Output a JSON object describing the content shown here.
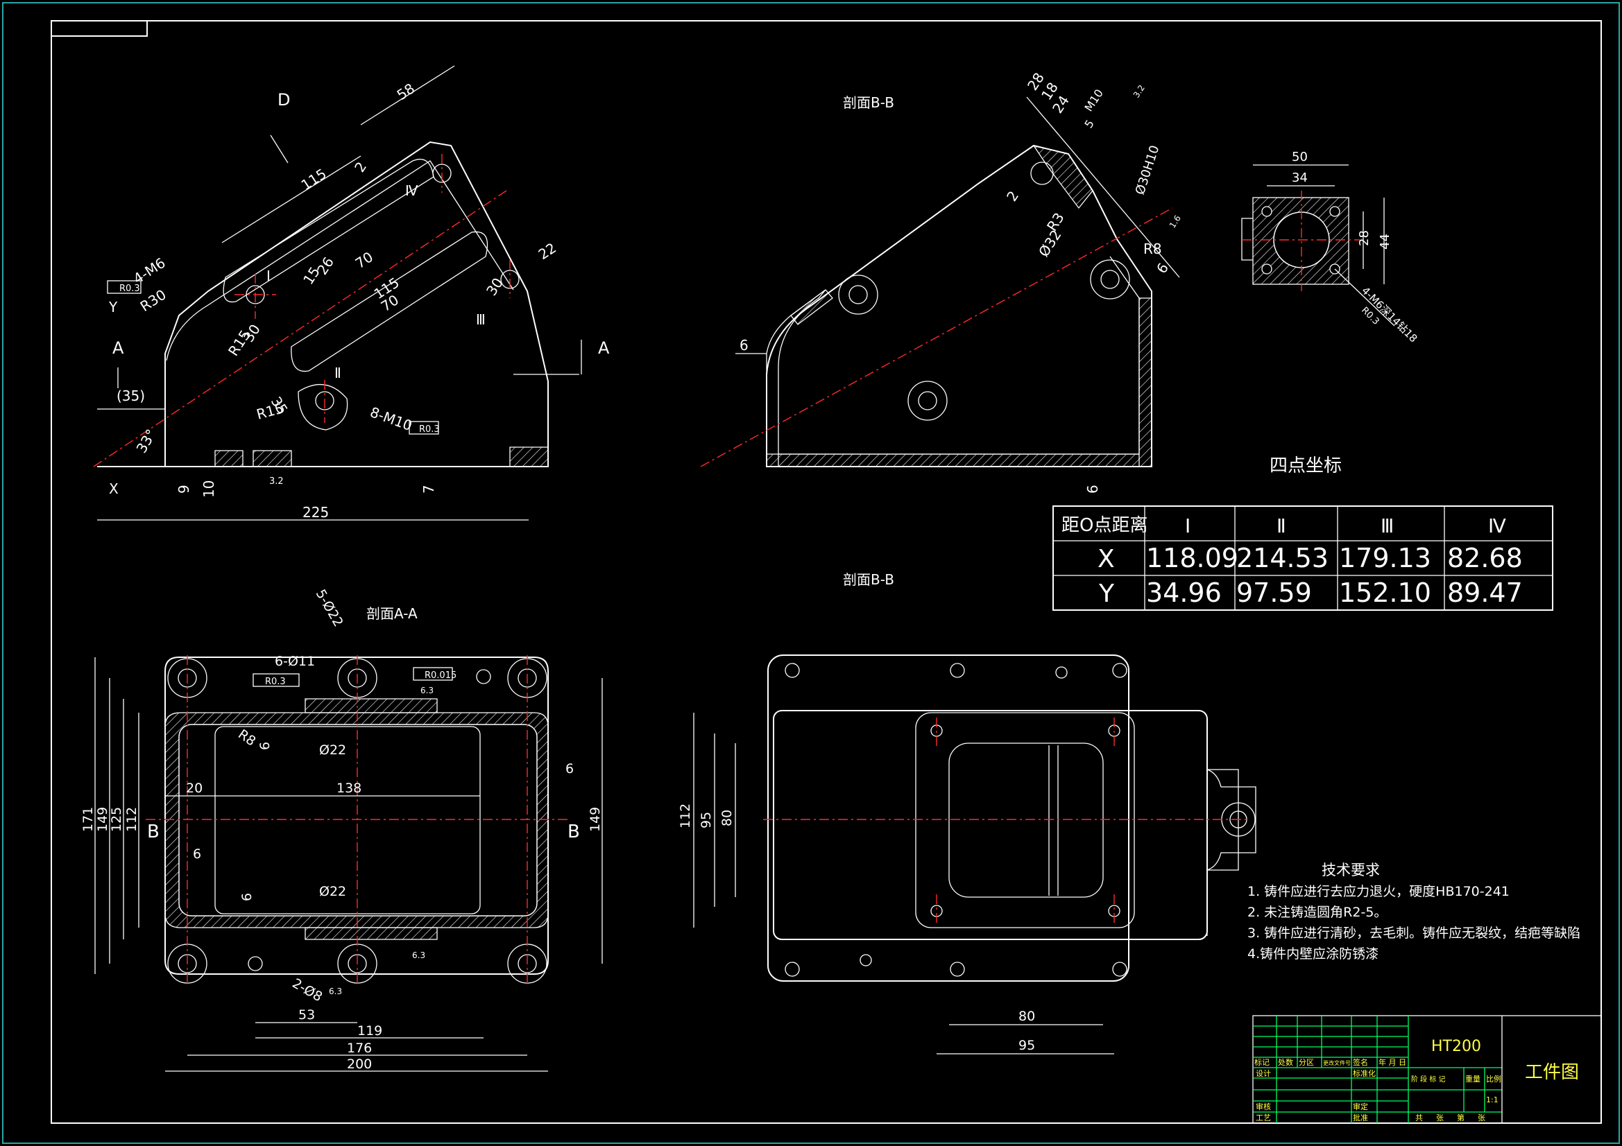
{
  "views": {
    "main_labels": {
      "view_d": "D",
      "y": "Y",
      "x": "X",
      "sec_a_left": "A",
      "sec_a_right": "A"
    },
    "main_dims": {
      "d58": "58",
      "d115a": "115",
      "d2": "2",
      "roman4": "Ⅳ",
      "m6": "4-M6",
      "r03a": "R0.3",
      "d26": "26",
      "d15": "15",
      "d70a": "70",
      "roman1": "Ⅰ",
      "d115b": "115",
      "d70b": "70",
      "d30": "30",
      "roman3": "Ⅲ",
      "d22": "22",
      "r30": "R30",
      "r15a": "R15",
      "d30b": "30",
      "roman2": "Ⅱ",
      "d35": "35",
      "r15b": "R15",
      "m10": "8-M10",
      "r03b": "R0.3",
      "paren35": "(35)",
      "ang33": "33°",
      "d9": "9",
      "d10": "10",
      "d7": "7",
      "r32": "3.2",
      "d225": "225"
    },
    "section_bb_top": {
      "title": "剖面B-B",
      "d28": "28",
      "d18": "18",
      "d24": "24",
      "m10": "M10",
      "d5": "5",
      "d30h10": "Ø30H10",
      "d2": "2",
      "r3": "R3",
      "d32": "Ø32",
      "r8": "R8",
      "d6a": "6",
      "d6b": "6",
      "d6c": "6",
      "ra": "3.2",
      "rb": "1.6"
    },
    "small_view": {
      "d50": "50",
      "d34": "34",
      "d28": "28",
      "d44": "44",
      "m6": "4-M6深14钻18",
      "r03": "R0.3"
    },
    "section_aa": {
      "title": "剖面A-A",
      "d5_22": "5-Ø22",
      "d6_11": "6-Ø11",
      "r03": "R0.3",
      "r0015": "R0.015",
      "r63a": "6.3",
      "r8": "R8",
      "d6a": "6",
      "d22a": "Ø22",
      "d20": "20",
      "d138": "138",
      "d6b": "6",
      "d6c": "6",
      "d6d": "6",
      "d22b": "Ø22",
      "r63b": "6.3",
      "d2_8": "2-Ø8",
      "r63c": "6.3",
      "d53": "53",
      "d119": "119",
      "d176": "176",
      "d200": "200",
      "d171": "171",
      "d149a": "149",
      "d125": "125",
      "d112": "112",
      "d149b": "149",
      "b_left": "B",
      "b_right": "B"
    },
    "section_bb_bottom": {
      "title": "剖面B-B",
      "d112": "112",
      "d95a": "95",
      "d80a": "80",
      "d80b": "80",
      "d95b": "95"
    }
  },
  "coord_table": {
    "title": "四点坐标",
    "header": [
      "距O点距离",
      "Ⅰ",
      "Ⅱ",
      "Ⅲ",
      "Ⅳ"
    ],
    "rows": [
      [
        "X",
        "118.09",
        "214.53",
        "179.13",
        "82.68"
      ],
      [
        "Y",
        "34.96",
        "97.59",
        "152.10",
        "89.47"
      ]
    ]
  },
  "tech_req": {
    "title": "技术要求",
    "items": [
      "1. 铸件应进行去应力退火，硬度HB170-241",
      "2. 未注铸造圆角R2-5。",
      "3.   铸件应进行清砂，去毛刺。铸件应无裂纹，结疤等缺陷",
      "4.铸件内壁应涂防锈漆"
    ]
  },
  "title_block": {
    "material": "HT200",
    "drawing_name": "工件图",
    "scale": "1:1",
    "cells": {
      "mark": "标记",
      "count": "处数",
      "zone": "分区",
      "doc": "更改文件号",
      "sign": "签名",
      "date": "年 月 日",
      "design": "设计",
      "std": "标准化",
      "stage": "阶 段 标 记",
      "weight": "重量",
      "ratio": "比例",
      "review": "审核",
      "craft": "工艺",
      "proof": "审定",
      "approve": "批准",
      "total": "共",
      "sheet": "张",
      "no": "第",
      "page": "张"
    }
  },
  "colors": {
    "line": "#ffffff",
    "center": "#ff2a2a",
    "title_block": "#00ff66",
    "title_text": "#ffff44"
  }
}
